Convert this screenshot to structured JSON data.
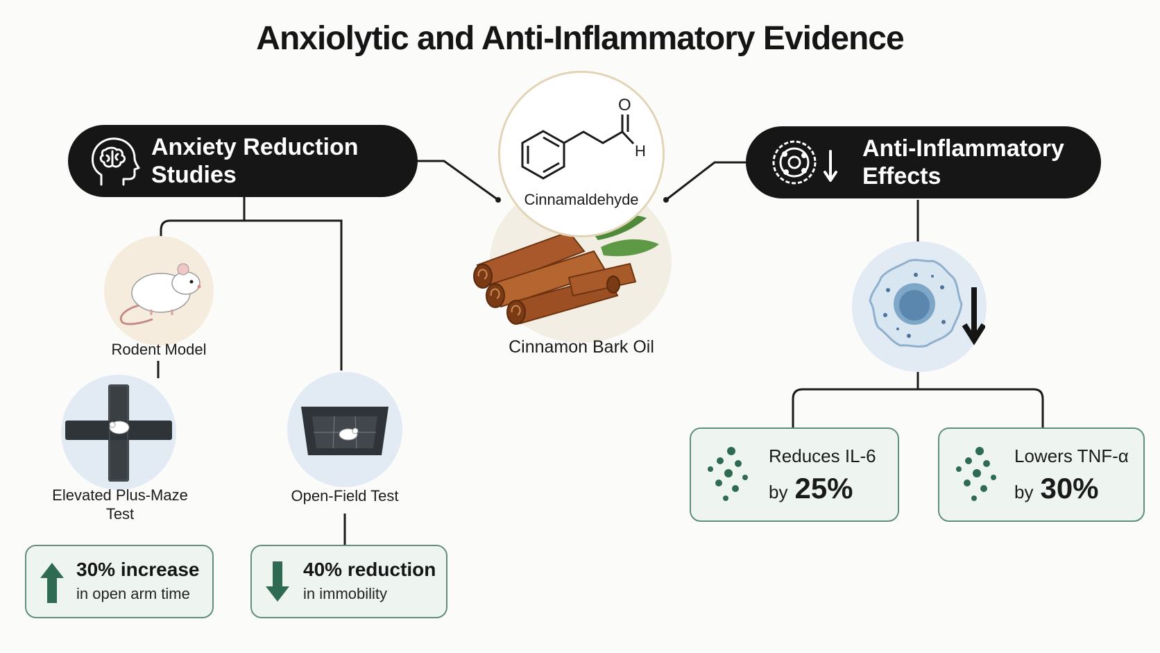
{
  "title": "Anxiolytic and Anti-Inflammatory Evidence",
  "left_header": {
    "line1": "Anxiety Reduction",
    "line2": "Studies",
    "icon": "brain-head-icon"
  },
  "right_header": {
    "line1": "Anti-Inflammatory",
    "line2": "Effects",
    "icon": "cell-down-arrow-icon"
  },
  "center": {
    "molecule_label": "Cinnamaldehyde",
    "molecule_atoms": {
      "oxygen": "O",
      "hydrogen": "H"
    },
    "source_label": "Cinnamon Bark Oil"
  },
  "rodent": {
    "label": "Rodent Model"
  },
  "tests": [
    {
      "label_line1": "Elevated Plus-Maze",
      "label_line2": "Test",
      "result_main": "30% increase",
      "result_sub": "in open arm time",
      "direction": "up"
    },
    {
      "label_line1": "Open-Field Test",
      "label_line2": "",
      "result_main": "40% reduction",
      "result_sub": "in immobility",
      "direction": "down"
    }
  ],
  "effects": [
    {
      "line1": "Reduces IL-6",
      "prefix": "by",
      "value": "25%"
    },
    {
      "line1": "Lowers TNF-α",
      "prefix": "by",
      "value": "30%"
    }
  ],
  "colors": {
    "dark": "#161616",
    "green": "#2e6b52",
    "box_fill": "#eef5f0",
    "box_border": "#5f8f78",
    "cinnamon": "#9b4f22"
  }
}
